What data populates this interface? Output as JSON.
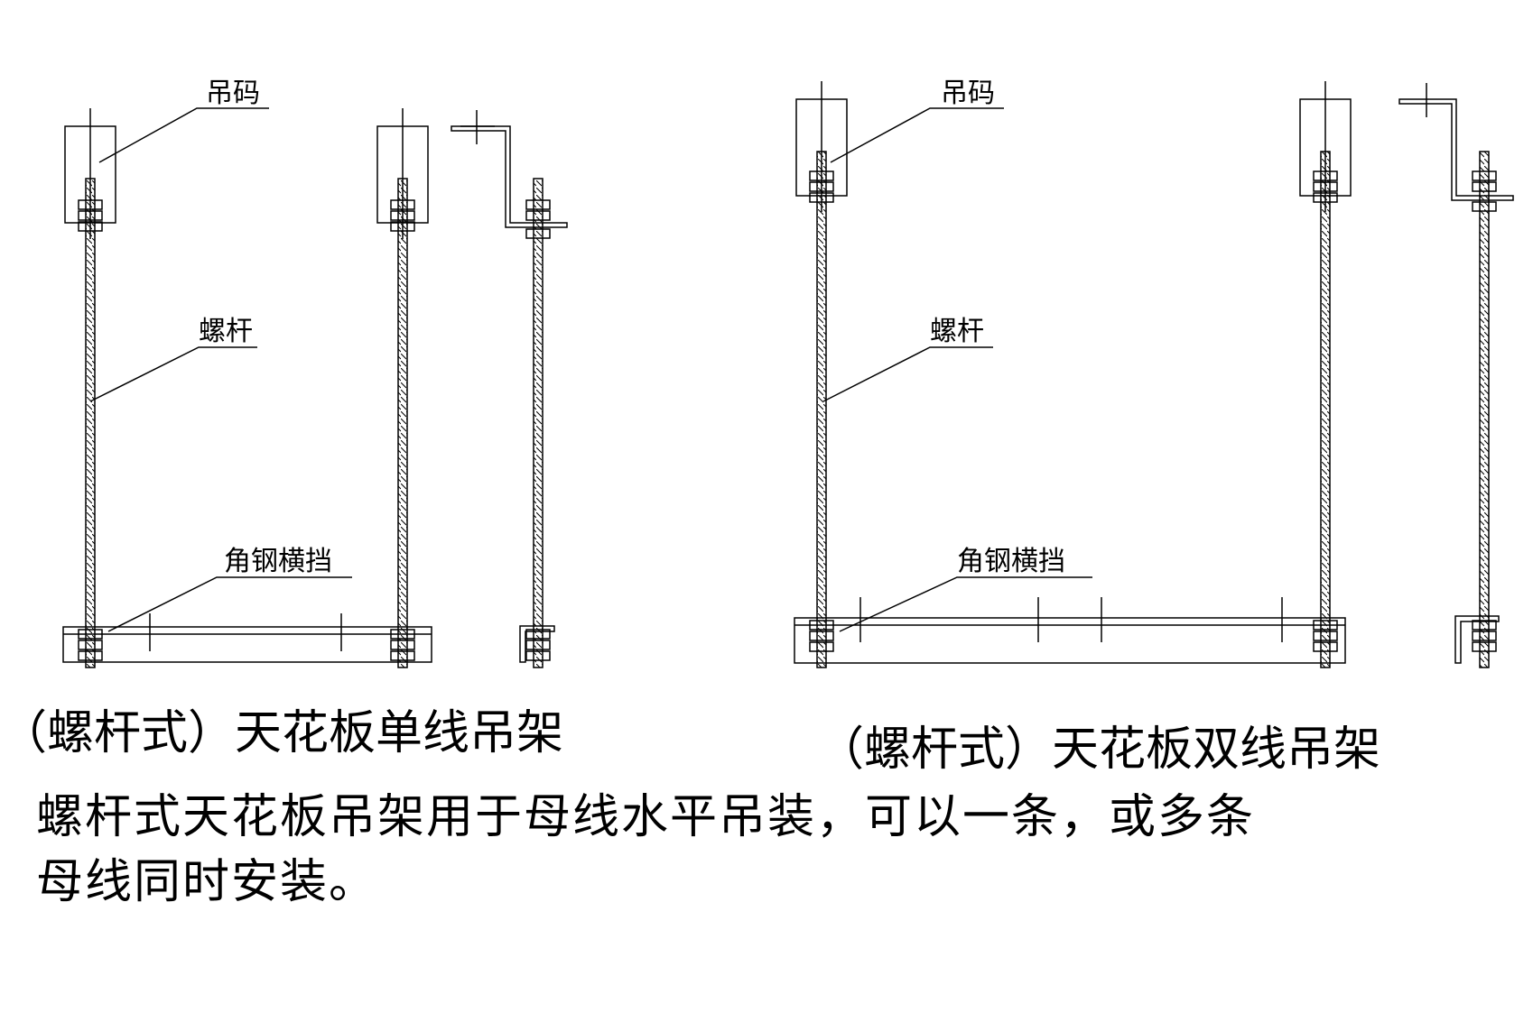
{
  "labels": {
    "hanger_block": "吊码",
    "threaded_rod": "螺杆",
    "angle_crossbar": "角钢横挡"
  },
  "captions": {
    "single": "（螺杆式）天花板单线吊架",
    "double": "（螺杆式）天花板双线吊架"
  },
  "description": {
    "line1": "螺杆式天花板吊架用于母线水平吊装，可以一条，或多条",
    "line2": "母线同时安装。"
  }
}
